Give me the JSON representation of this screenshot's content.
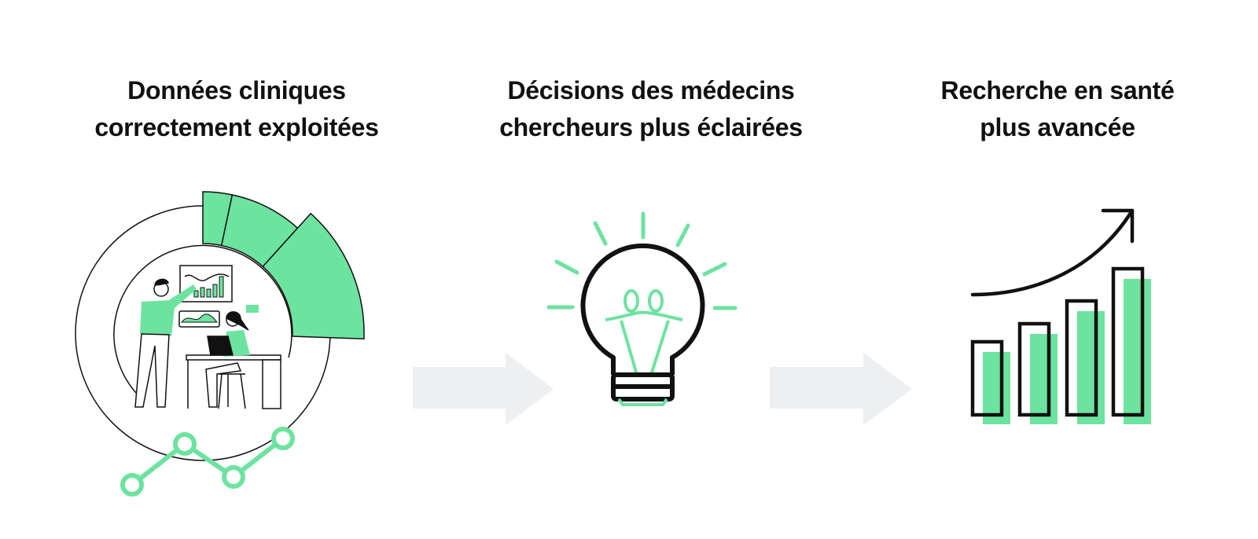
{
  "colors": {
    "accent": "#6de3a0",
    "outline": "#111111",
    "arrow": "#eeeff0"
  },
  "steps": [
    {
      "line1": "Données cliniques",
      "line2": "correctement exploitées",
      "icon": "data-analysis-illustration"
    },
    {
      "line1": "Décisions des médecins",
      "line2": "chercheurs plus éclairées",
      "icon": "lightbulb-icon"
    },
    {
      "line1": "Recherche en santé",
      "line2": "plus avancée",
      "icon": "growth-bar-chart-icon"
    }
  ]
}
